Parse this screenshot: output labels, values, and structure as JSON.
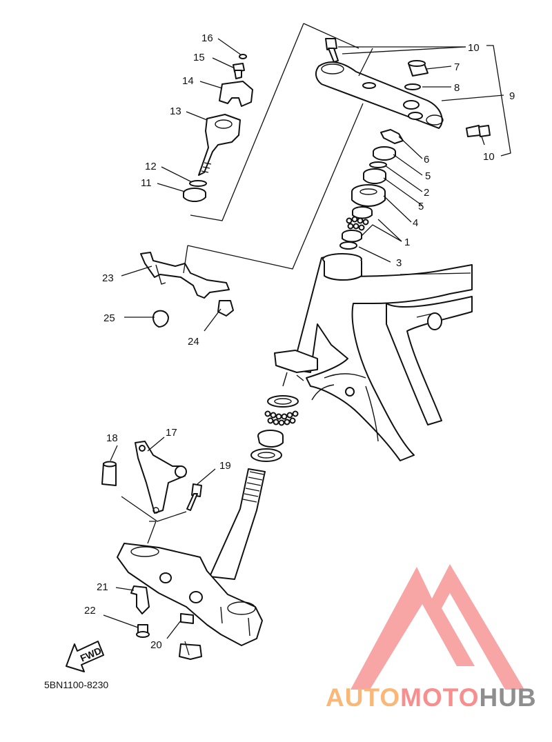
{
  "diagram_code": "5BN1100-8230",
  "fwd_label": "FWD",
  "watermark": {
    "part1": "AUTO",
    "part2": "MOTO",
    "part3": "HUB"
  },
  "colors": {
    "wm_orange": "#f9b878",
    "wm_red": "#f78f8f",
    "wm_gray": "#8e8e8e",
    "wm_triangle": "#f26d6d"
  },
  "callouts": {
    "c1": "1",
    "c2": "2",
    "c3": "3",
    "c4": "4",
    "c5a": "5",
    "c5b": "5",
    "c6": "6",
    "c7": "7",
    "c8": "8",
    "c9": "9",
    "c10a": "10",
    "c10b": "10",
    "c11": "11",
    "c12": "12",
    "c13": "13",
    "c14": "14",
    "c15": "15",
    "c16": "16",
    "c17": "17",
    "c18": "18",
    "c19": "19",
    "c20": "20",
    "c21": "21",
    "c22": "22",
    "c23": "23",
    "c24": "24",
    "c25": "25"
  }
}
